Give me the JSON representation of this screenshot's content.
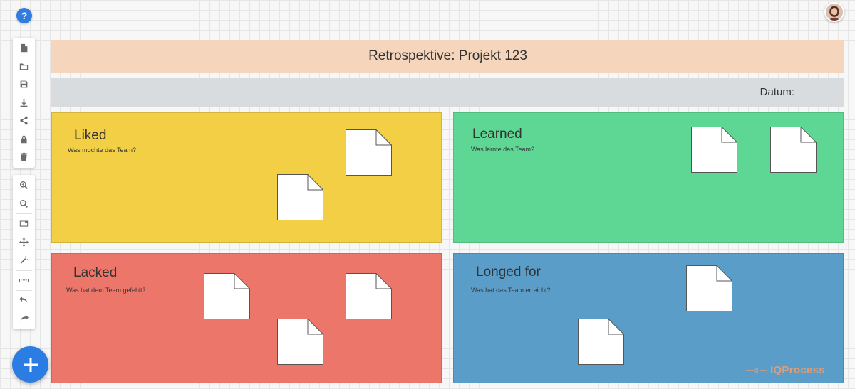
{
  "help": {
    "label": "?"
  },
  "toolbar_primary": [
    {
      "name": "new-file-icon"
    },
    {
      "name": "folder-icon"
    },
    {
      "name": "save-icon"
    },
    {
      "name": "download-icon"
    },
    {
      "name": "share-icon"
    },
    {
      "name": "lock-icon"
    },
    {
      "name": "trash-icon"
    }
  ],
  "toolbar_secondary": [
    {
      "name": "zoom-in-icon"
    },
    {
      "name": "zoom-out-icon"
    },
    {
      "name": "fit-screen-icon"
    },
    {
      "name": "pan-icon"
    },
    {
      "name": "magic-wand-icon"
    },
    {
      "name": "ruler-icon"
    },
    {
      "name": "undo-icon"
    },
    {
      "name": "redo-icon"
    }
  ],
  "fab": {
    "label": "+"
  },
  "board": {
    "title": "Retrospektive: Projekt 123",
    "date_label": "Datum:"
  },
  "quadrants": {
    "liked": {
      "title": "Liked",
      "subtitle": "Was mochte das Team?",
      "color": "#f2cf44"
    },
    "learned": {
      "title": "Learned",
      "subtitle": "Was lernte das Team?",
      "color": "#5ed794"
    },
    "lacked": {
      "title": "Lacked",
      "subtitle": "Was hat dem Team gefehlt?",
      "color": "#ec766a"
    },
    "longed": {
      "title": "Longed for",
      "subtitle": "Was hat das Team erreicht?",
      "color": "#5a9dc8"
    }
  },
  "brand": {
    "text": "IQProcess"
  }
}
